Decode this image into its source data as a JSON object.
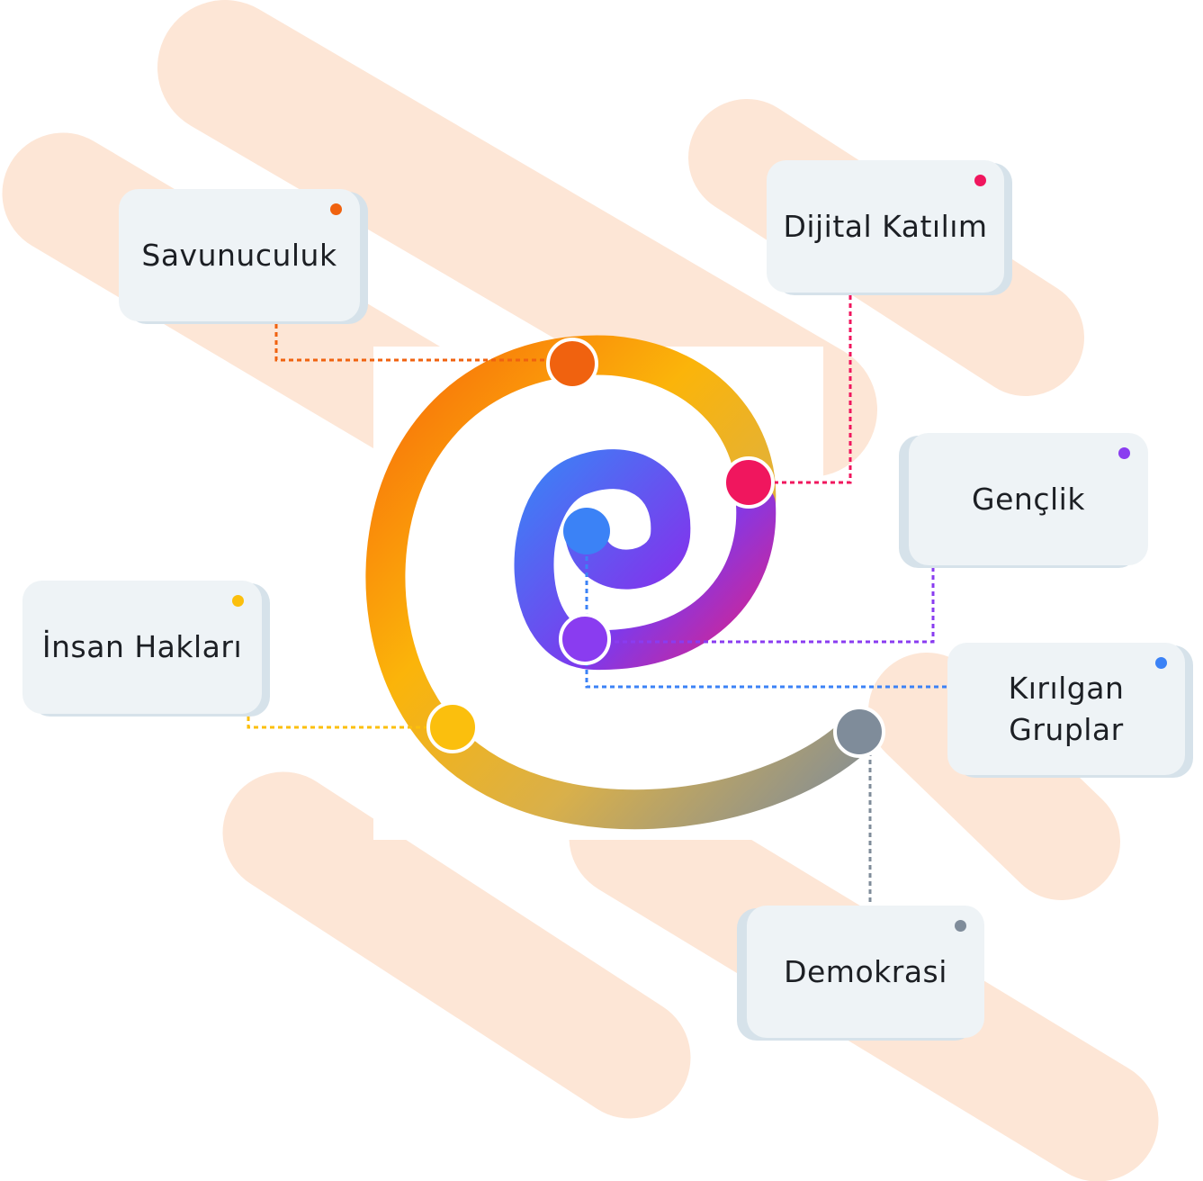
{
  "background": {
    "stripe_color": "#fde6d6"
  },
  "spiral": {
    "colors": [
      "#3b82f6",
      "#7c3aed",
      "#ec1e79",
      "#f86a0a",
      "#fbb40a",
      "#7f8c9a"
    ]
  },
  "nodes": [
    {
      "id": "savunuculuk",
      "label": "Savunuculuk",
      "color": "#f0620f"
    },
    {
      "id": "dijital-katilim",
      "label": "Dijital Katılım",
      "color": "#f0165e"
    },
    {
      "id": "genclik",
      "label": "Gençlik",
      "color": "#8a3cf0"
    },
    {
      "id": "kirilgan-gruplar",
      "label": "Kırılgan\nGruplar",
      "color": "#3b82f6"
    },
    {
      "id": "demokrasi",
      "label": "Demokrasi",
      "color": "#7f8c9a"
    },
    {
      "id": "insan-haklari",
      "label": "İnsan Hakları",
      "color": "#fbbf0d"
    }
  ]
}
